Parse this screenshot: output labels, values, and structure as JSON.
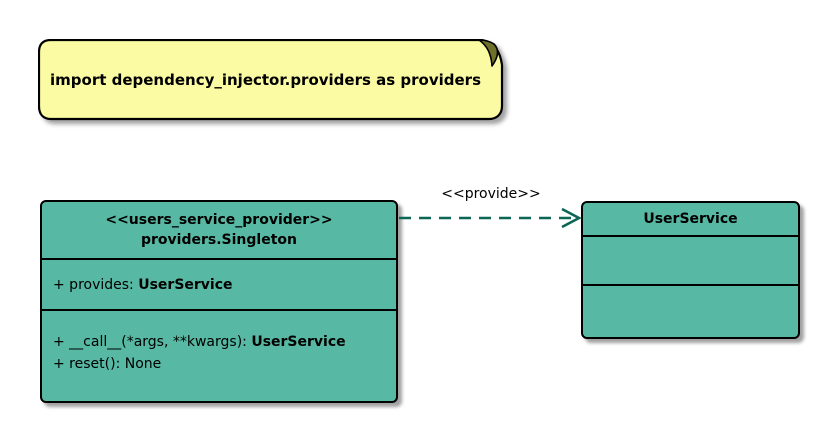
{
  "note": {
    "text": "import dependency_injector.providers as providers"
  },
  "provider_class": {
    "stereotype": "<<users_service_provider>>",
    "name": "providers.Singleton",
    "attributes": [
      {
        "text": "+ provides: ",
        "type": "UserService"
      }
    ],
    "methods": [
      {
        "text": "+ __call__(*args, **kwargs): ",
        "type": "UserService"
      },
      {
        "text": "+ reset(): None",
        "type": ""
      }
    ]
  },
  "user_service_class": {
    "name": "UserService"
  },
  "edge": {
    "label": "<<provide>>"
  },
  "colors": {
    "class_fill": "#57B9A3",
    "class_border": "#000000",
    "arrow": "#0D6655",
    "note_fill": "#FBFBA3",
    "note_fold": "#6F6F2C",
    "text": "#000000",
    "background": "#FFFFFF"
  }
}
